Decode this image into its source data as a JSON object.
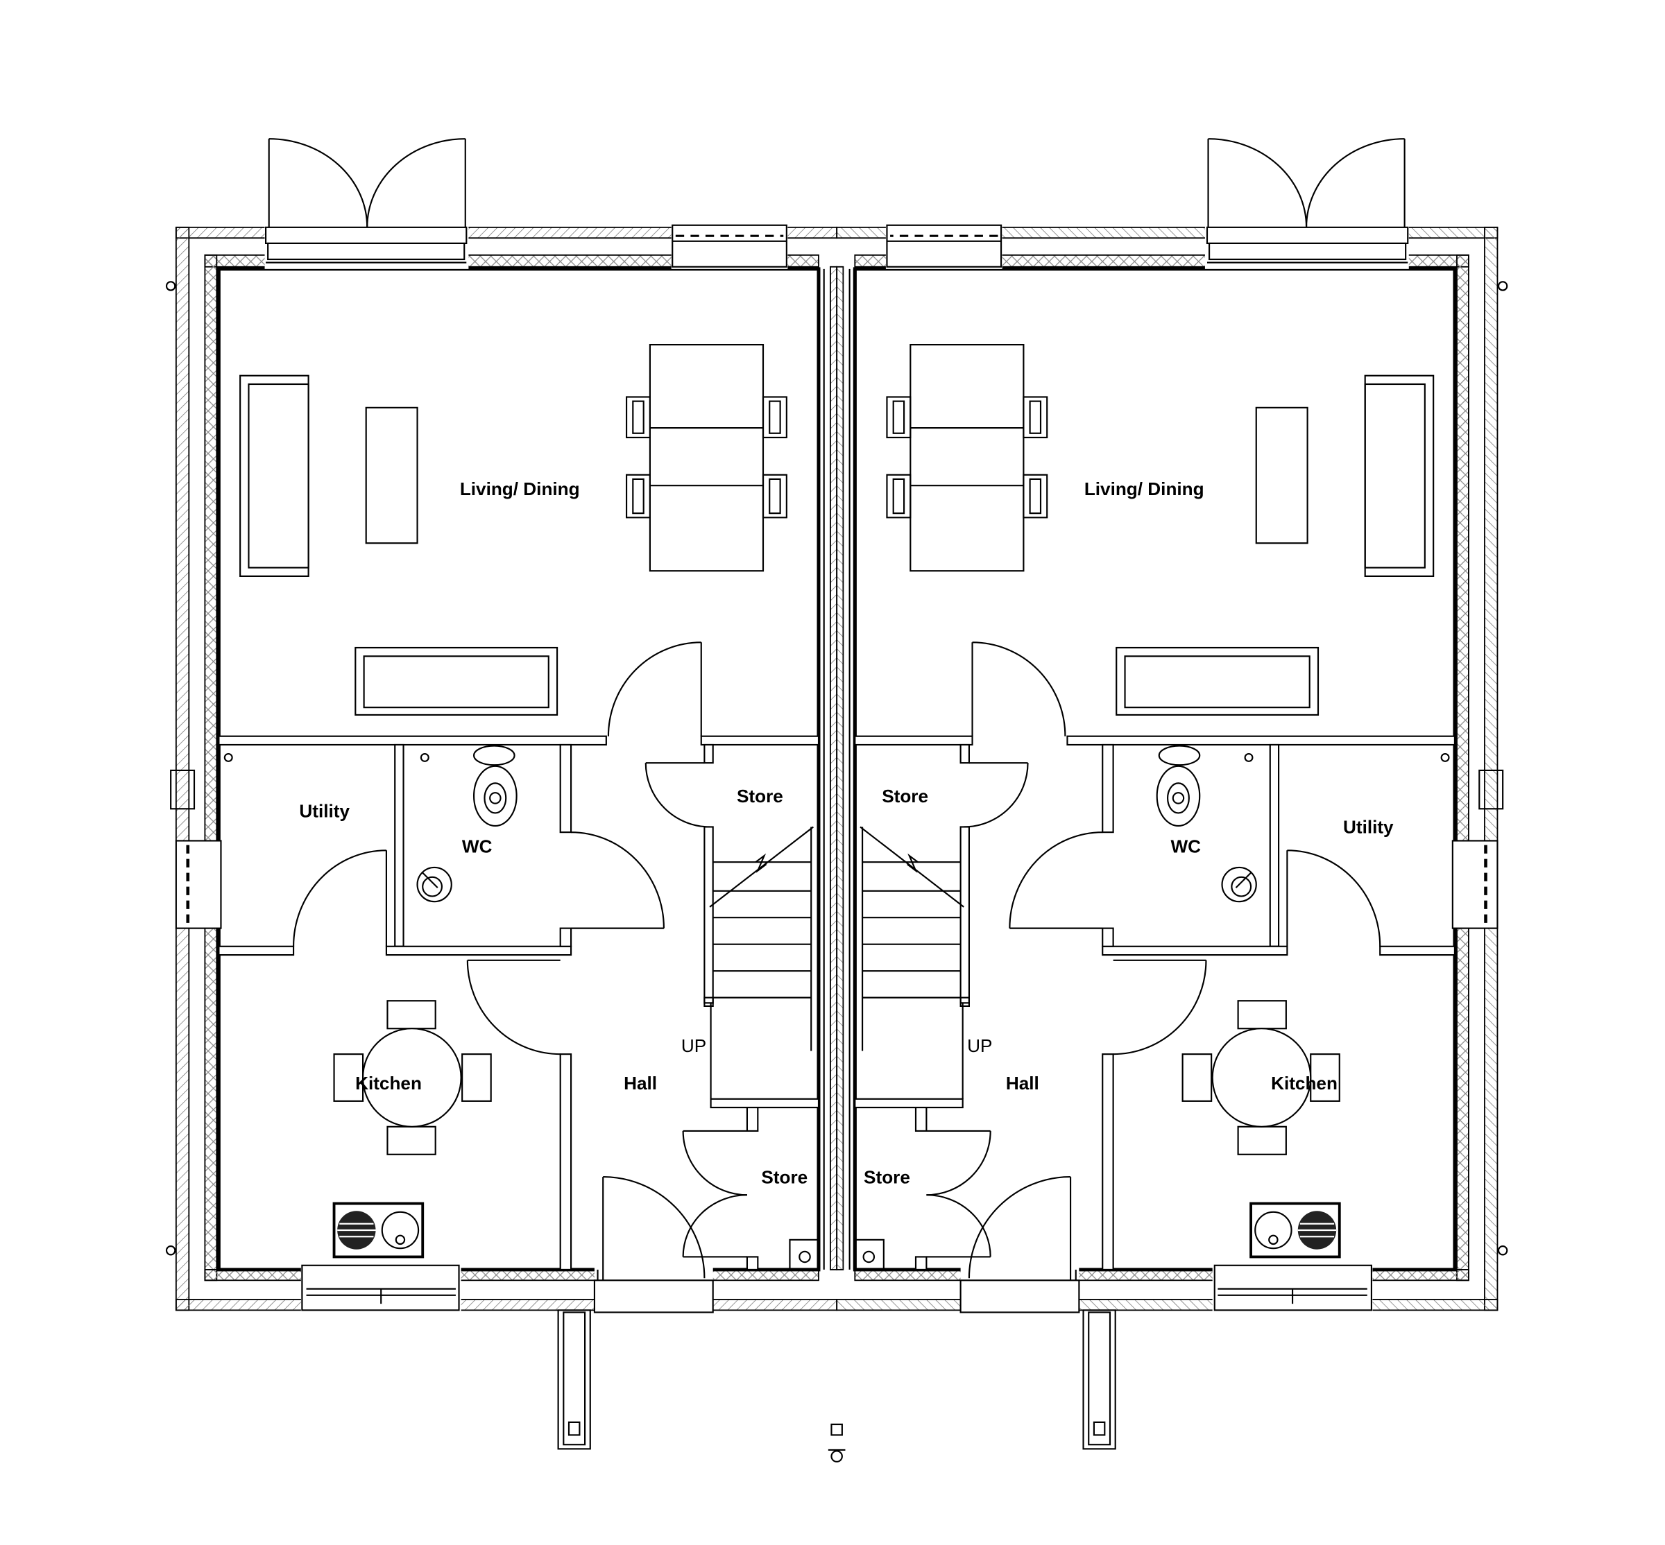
{
  "plan": {
    "title": "Semi-detached ground floor plan",
    "left_unit": {
      "living_dining": "Living/ Dining",
      "utility": "Utility",
      "wc": "WC",
      "kitchen": "Kitchen",
      "hall": "Hall",
      "store_upper": "Store",
      "store_lower": "Store",
      "stairs_up": "UP"
    },
    "right_unit": {
      "living_dining": "Living/ Dining",
      "utility": "Utility",
      "wc": "WC",
      "kitchen": "Kitchen",
      "hall": "Hall",
      "store_upper": "Store",
      "store_lower": "Store",
      "stairs_up": "UP"
    }
  }
}
